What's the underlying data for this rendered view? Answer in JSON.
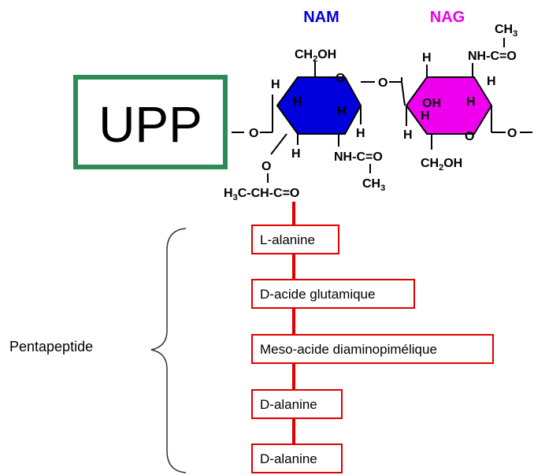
{
  "upp_label": "UPP",
  "nam": {
    "title": "NAM",
    "ch2oh_main": "CH",
    "ch2oh_sub": "2",
    "ch2oh_end": "OH",
    "nh_acetyl": "NH-C=O",
    "ch3_main": "CH",
    "ch3_sub": "3",
    "lactyl_h3c_main": "H",
    "lactyl_h3c_sub": "3",
    "lactyl_rest": "C-CH-C=O",
    "h_labels": [
      "H",
      "H",
      "H",
      "H",
      "H"
    ],
    "o_ring": "O",
    "o_left": "O",
    "o_lactyl": "O"
  },
  "glyco_link": "O",
  "nag": {
    "title": "NAG",
    "ch3_main": "CH",
    "ch3_sub": "3",
    "nh_acetyl": "NH-C=O",
    "ch2oh_main": "CH",
    "ch2oh_sub": "2",
    "ch2oh_end": "OH",
    "oh": "OH",
    "h_labels": [
      "H",
      "H",
      "H",
      "H",
      "H"
    ],
    "o_ring": "O",
    "o_right": "O"
  },
  "pentapeptide_label": "Pentapeptide",
  "amino_acids": [
    "L-alanine",
    "D-acide glutamique",
    "Meso-acide diaminopimélique",
    "D-alanine",
    "D-alanine"
  ],
  "colors": {
    "nam": "#0000dd",
    "nag": "#ee00ee",
    "upp_border": "#2e8b57",
    "peptide": "#e00000",
    "chain": "#e00000",
    "brace": "#333333"
  }
}
